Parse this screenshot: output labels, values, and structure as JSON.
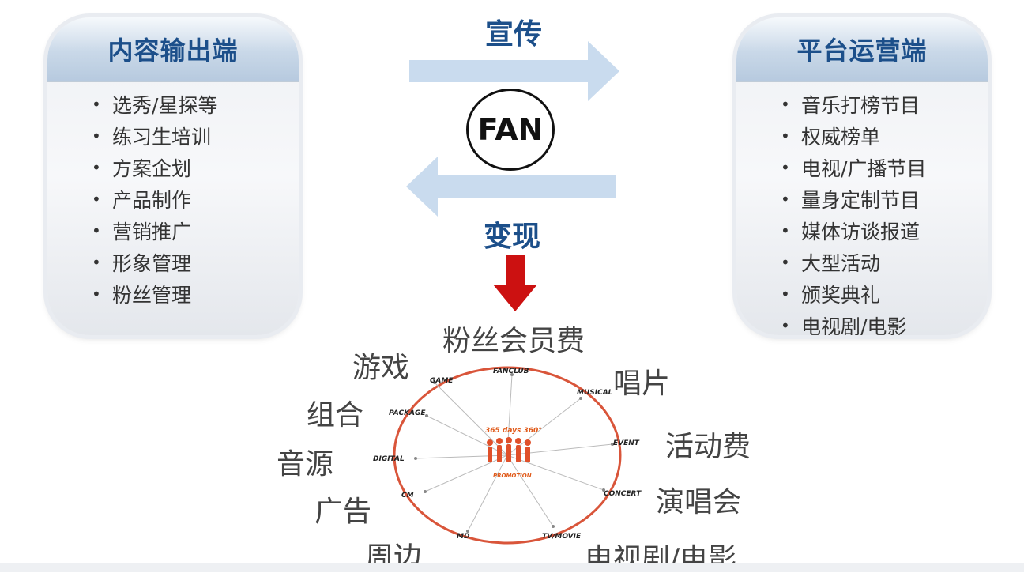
{
  "left_panel": {
    "title": "内容输出端",
    "items": [
      "选秀/星探等",
      "练习生培训",
      "方案企划",
      "产品制作",
      "营销推广",
      "形象管理",
      "粉丝管理"
    ]
  },
  "right_panel": {
    "title": "平台运营端",
    "items": [
      "音乐打榜节目",
      "权威榜单",
      "电视/广播节目",
      "量身定制节目",
      "媒体访谈报道",
      "大型活动",
      "颁奖典礼",
      "电视剧/电影"
    ]
  },
  "flow": {
    "top_label": "宣传",
    "bottom_label": "变现",
    "center_label": "FAN"
  },
  "revenue": {
    "cn_labels": {
      "fanclub": "粉丝会员费",
      "game": "游戏",
      "record": "唱片",
      "group": "组合",
      "event": "活动费",
      "digital": "音源",
      "concert": "演唱会",
      "cm": "广告",
      "md": "周边",
      "tv": "电视剧/电影"
    },
    "en_labels": {
      "fanclub": "FANCLUB",
      "game": "GAME",
      "musical": "MUSICAL",
      "package": "PACKAGE",
      "event": "EVENT",
      "digital": "DIGITAL",
      "concert": "CONCERT",
      "cm": "CM",
      "md": "MD",
      "tv": "TV/MOVIE"
    },
    "center_top": "365 days 360°",
    "center_bottom": "PROMOTION"
  },
  "colors": {
    "title_blue": "#1c4f8a",
    "arrow_fill": "#c9dbee",
    "down_arrow": "#cc1111",
    "ring": "#d9553a"
  }
}
